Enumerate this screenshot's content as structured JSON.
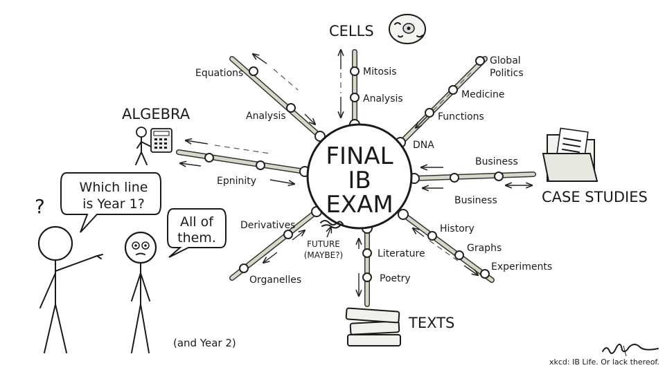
{
  "hub": {
    "lines": [
      "FINAL",
      "IB",
      "EXAM"
    ]
  },
  "destinations": {
    "cells": "CELLS",
    "algebra": "ALGEBRA",
    "case_studies": "CASE STUDIES",
    "texts": "TEXTS"
  },
  "stations": {
    "mitosis": "Mitosis",
    "analysis_top": "Analysis",
    "global_politics_1": "Global",
    "global_politics_2": "Politics",
    "medicine": "Medicine",
    "functions": "Functions",
    "dna": "DNA",
    "equations": "Equations",
    "analysis_left": "Analysis",
    "epnimity": "Epninity",
    "business_top": "Business",
    "business_bottom": "Business",
    "derivatives": "Derivatives",
    "organelles": "Organelles",
    "future_1": "FUTURE",
    "future_2": "(MAYBE?)",
    "literature": "Literature",
    "poetry": "Poetry",
    "history": "History",
    "graphs": "Graphs",
    "experiments": "Experiments"
  },
  "dialogue": {
    "question_mark": "?",
    "speech_1_line1": "Which line",
    "speech_1_line2": "is Year 1?",
    "speech_2_line1": "All of",
    "speech_2_line2": "them.",
    "aside": "(and Year 2)"
  },
  "credit": "xkcd: IB Life. Or lack thereof."
}
